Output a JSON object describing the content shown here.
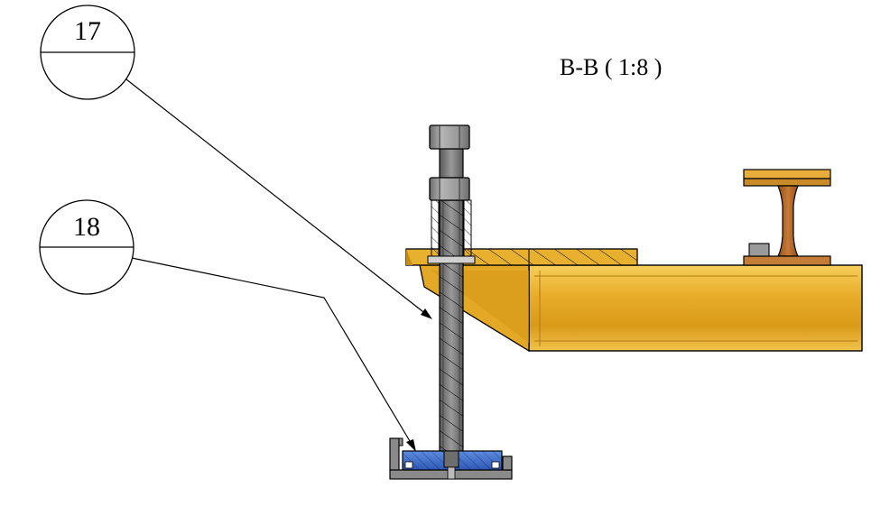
{
  "view": {
    "title": "B-B ( 1:8 )"
  },
  "balloons": [
    {
      "id": "17",
      "label": "17"
    },
    {
      "id": "18",
      "label": "18"
    }
  ],
  "colors": {
    "beam": "#e3a826",
    "beam_dark": "#b47d10",
    "beam_light": "#f4c84a",
    "i_beam": "#b76a2a",
    "i_beam_flange": "#e0a83a",
    "bolt": "#7c7c7c",
    "bolt_dark": "#555555",
    "pad": "#3e6fd0",
    "base": "#8a8a8a",
    "outline": "#000000"
  },
  "icons": {
    "balloon": "callout-balloon-icon",
    "bolt": "hex-bolt-icon"
  }
}
